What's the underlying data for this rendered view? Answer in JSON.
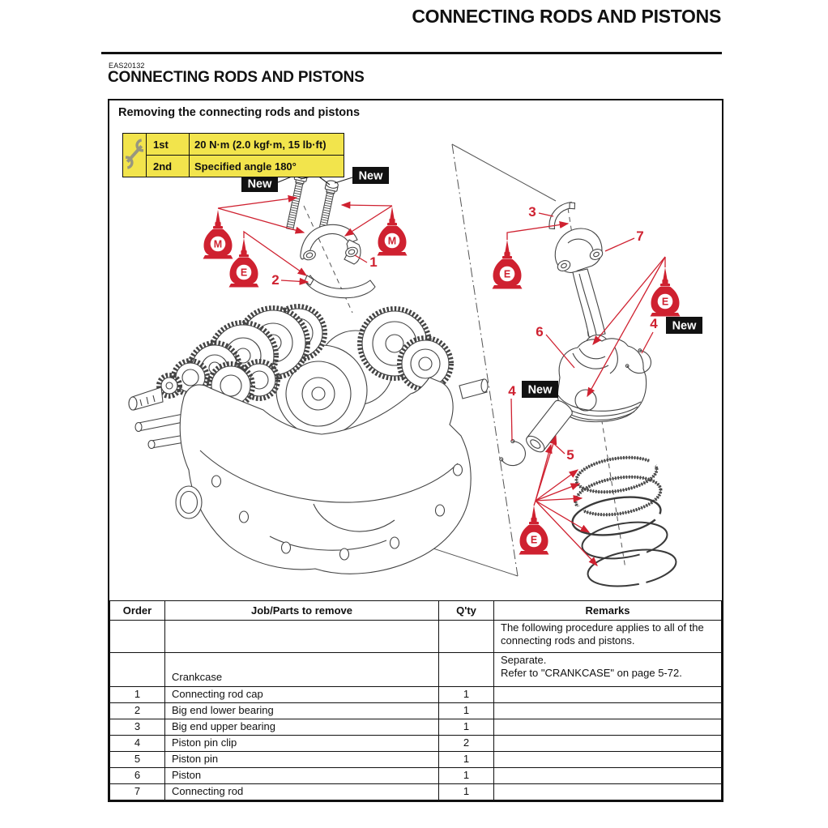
{
  "page_header": {
    "title": "CONNECTING RODS AND PISTONS"
  },
  "section": {
    "code": "EAS20132",
    "title": "CONNECTING RODS AND PISTONS"
  },
  "figure": {
    "caption": "Removing the connecting rods and pistons",
    "torque_spec": {
      "icon": "wrench-icon",
      "rows": [
        {
          "step": "1st",
          "value": "20 N·m (2.0 kgf·m, 15 lb·ft)"
        },
        {
          "step": "2nd",
          "value": "Specified angle 180°"
        }
      ]
    },
    "labels": {
      "new": "New",
      "m": "M",
      "e": "E"
    },
    "callouts": [
      "1",
      "2",
      "3",
      "4",
      "5",
      "6",
      "7"
    ],
    "colors": {
      "red": "#cf2130",
      "yellow": "#f2e44c",
      "black": "#111111"
    }
  },
  "table": {
    "headers": [
      "Order",
      "Job/Parts to remove",
      "Q'ty",
      "Remarks"
    ],
    "rows": [
      {
        "order": "",
        "job": "",
        "qty": "",
        "remarks": "The following procedure applies to all of the\nconnecting rods and pistons."
      },
      {
        "order": "",
        "job": "Crankcase",
        "qty": "",
        "remarks": "Separate.\nRefer to \"CRANKCASE\" on page 5-72."
      },
      {
        "order": "1",
        "job": "Connecting rod cap",
        "qty": "1",
        "remarks": ""
      },
      {
        "order": "2",
        "job": "Big end lower bearing",
        "qty": "1",
        "remarks": ""
      },
      {
        "order": "3",
        "job": "Big end upper bearing",
        "qty": "1",
        "remarks": ""
      },
      {
        "order": "4",
        "job": "Piston pin clip",
        "qty": "2",
        "remarks": ""
      },
      {
        "order": "5",
        "job": "Piston pin",
        "qty": "1",
        "remarks": ""
      },
      {
        "order": "6",
        "job": "Piston",
        "qty": "1",
        "remarks": ""
      },
      {
        "order": "7",
        "job": "Connecting rod",
        "qty": "1",
        "remarks": ""
      }
    ]
  }
}
